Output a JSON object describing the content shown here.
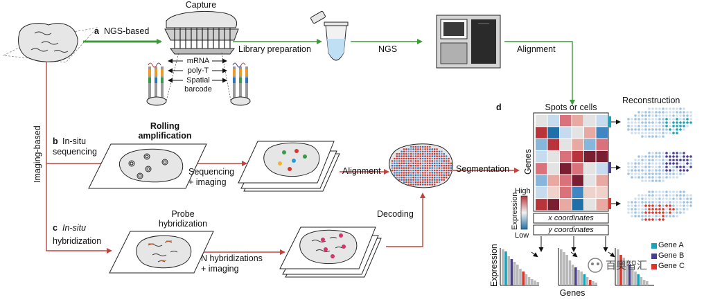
{
  "panels": {
    "a": {
      "letter": "a",
      "title": "NGS-based"
    },
    "b": {
      "letter": "b",
      "title_line1": "In-situ",
      "title_line2": "sequencing"
    },
    "c": {
      "letter": "c",
      "title_line1": "In-situ",
      "title_line2": "hybridization"
    },
    "d": {
      "letter": "d"
    }
  },
  "side_label": "Imaging-based",
  "capture": {
    "title": "Capture",
    "labels": [
      "mRNA",
      "poly-T",
      "Spatial",
      "barcode"
    ]
  },
  "steps": {
    "library_preparation": "Library preparation",
    "ngs": "NGS",
    "alignment_top": "Alignment",
    "rolling_line1": "Rolling",
    "rolling_line2": "amplification",
    "seq_imaging_line1": "Sequencing",
    "seq_imaging_line2": "+ imaging",
    "alignment_mid": "Alignment",
    "segmentation": "Segmentation",
    "probe_line1": "Probe",
    "probe_line2": "hybridization",
    "n_hyb_line1": "N hybridizations",
    "n_hyb_line2": "+ imaging",
    "decoding": "Decoding"
  },
  "matrix": {
    "title": "Spots or cells",
    "row_axis": "Genes",
    "x_coordinates": "x coordinates",
    "y_coordinates": "y coordinates"
  },
  "expression_scale": {
    "title": "Expression",
    "high": "High",
    "low": "Low"
  },
  "reconstruction": {
    "title": "Reconstruction"
  },
  "bar_axes": {
    "y": "Expression",
    "x": "Genes"
  },
  "legend": [
    {
      "name": "Gene A",
      "color": "#1aa3b8"
    },
    {
      "name": "Gene B",
      "color": "#4b3f91"
    },
    {
      "name": "Gene C",
      "color": "#d9372b"
    }
  ],
  "watermark": "百奥智汇",
  "colors": {
    "green": "#3f9a3a",
    "red": "#c0433e",
    "tissue_fill": "#e6e6e6",
    "matrix_red": "#b8333a",
    "matrix_blue": "#1f6fa8"
  }
}
